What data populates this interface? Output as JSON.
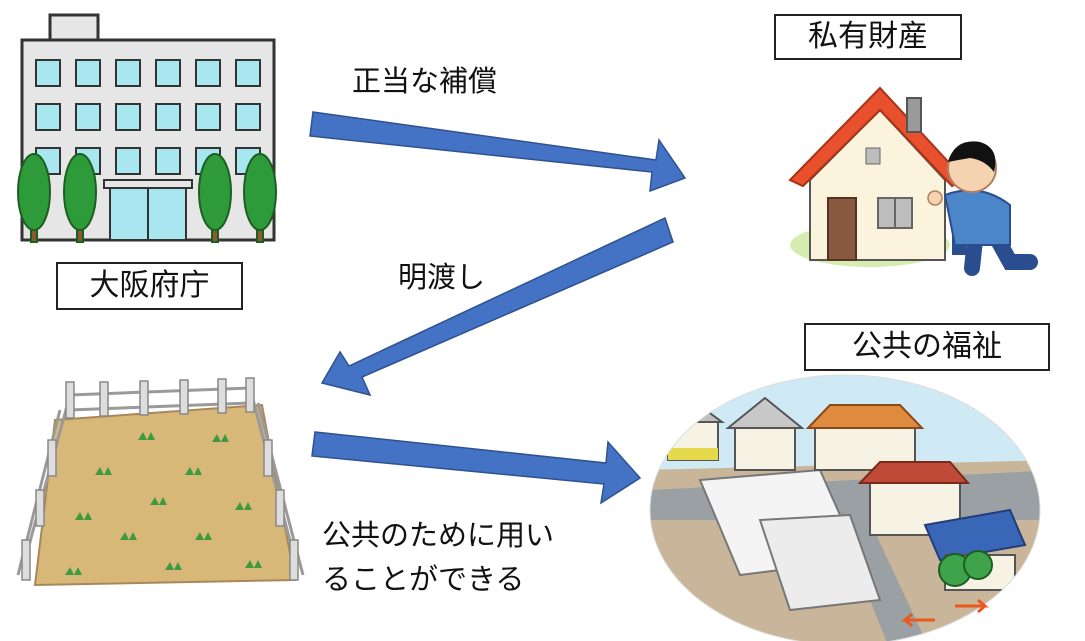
{
  "labels": {
    "government": "大阪府庁",
    "private_property": "私有財産",
    "public_welfare": "公共の福祉"
  },
  "arrows": {
    "compensation": "正当な補償",
    "surrender": "明渡し",
    "public_use_line1": "公共のために用い",
    "public_use_line2": "ることができる"
  },
  "icons": {
    "government": "office-building-icon",
    "property": "house-with-person-icon",
    "land": "fenced-vacant-lot-icon",
    "town": "town-aerial-view-icon"
  },
  "colors": {
    "arrow": "#4472c4",
    "arrow_edge": "#2f528f",
    "building": "#e8e8e8",
    "window": "#a8e6f0",
    "tree": "#2e9b3a",
    "roof": "#e8502e",
    "soil": "#d8b878"
  }
}
